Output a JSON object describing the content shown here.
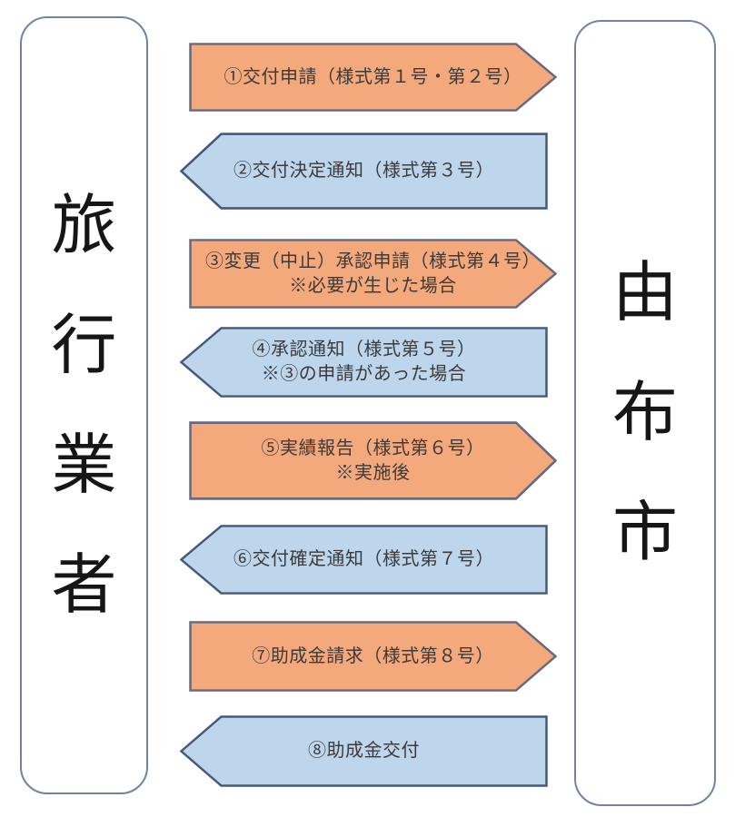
{
  "diagram": {
    "title": "",
    "actors": {
      "left": {
        "name": "旅行業者",
        "chars": [
          "旅",
          "行",
          "業",
          "者"
        ]
      },
      "right": {
        "name": "由布市",
        "chars": [
          "由",
          "布",
          "市"
        ]
      }
    },
    "arrows": [
      {
        "step": 1,
        "label": "①交付申請（様式第１号・第２号）",
        "note": "",
        "direction": "right"
      },
      {
        "step": 2,
        "label": "②交付決定通知（様式第３号）",
        "note": "",
        "direction": "left"
      },
      {
        "step": 3,
        "label": "③変更（中止）承認申請（様式第４号）",
        "note": "※必要が生じた場合",
        "direction": "right"
      },
      {
        "step": 4,
        "label": "④承認通知（様式第５号）",
        "note": "※③の申請があった場合",
        "direction": "left"
      },
      {
        "step": 5,
        "label": "⑤実績報告（様式第６号）",
        "note": "※実施後",
        "direction": "right"
      },
      {
        "step": 6,
        "label": "⑥交付確定通知（様式第７号）",
        "note": "",
        "direction": "left"
      },
      {
        "step": 7,
        "label": "⑦助成金請求（様式第８号）",
        "note": "",
        "direction": "right"
      },
      {
        "step": 8,
        "label": "⑧助成金交付",
        "note": "",
        "direction": "left"
      }
    ],
    "colors": {
      "right_arrow_fill": "#f3a97b",
      "right_arrow_border": "#67697e",
      "left_arrow_fill": "#bdd6ec",
      "left_arrow_border": "#47597b",
      "box_border": "#6f84a0",
      "text": "#3c3a3b"
    }
  }
}
